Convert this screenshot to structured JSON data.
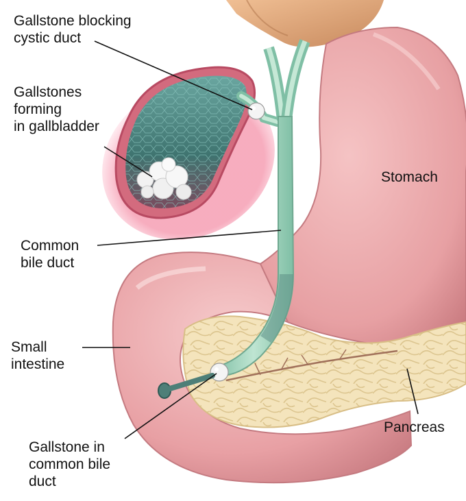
{
  "labels": {
    "gallstone_blocking": [
      "Gallstone blocking",
      "cystic duct"
    ],
    "gallstones_forming": [
      "Gallstones",
      "forming",
      "in gallbladder"
    ],
    "stomach": [
      "Stomach"
    ],
    "common_bile_duct": [
      "Common",
      "bile duct"
    ],
    "small_intestine": [
      "Small",
      "intestine"
    ],
    "pancreas": [
      "Pancreas"
    ],
    "gallstone_in_duct": [
      "Gallstone in",
      "common bile",
      "duct"
    ]
  },
  "colors": {
    "stomach": "#e9a3a6",
    "intestine": "#e8a0a4",
    "gallbladder_wall": "#d36b7e",
    "gallbladder_inner": "#4f8a86",
    "bile_duct": "#9fd0b8",
    "pancreas": "#f3e2b8",
    "liver": "#e2a87c",
    "stone": "#f2f2f2",
    "leader_line": "#111111"
  }
}
